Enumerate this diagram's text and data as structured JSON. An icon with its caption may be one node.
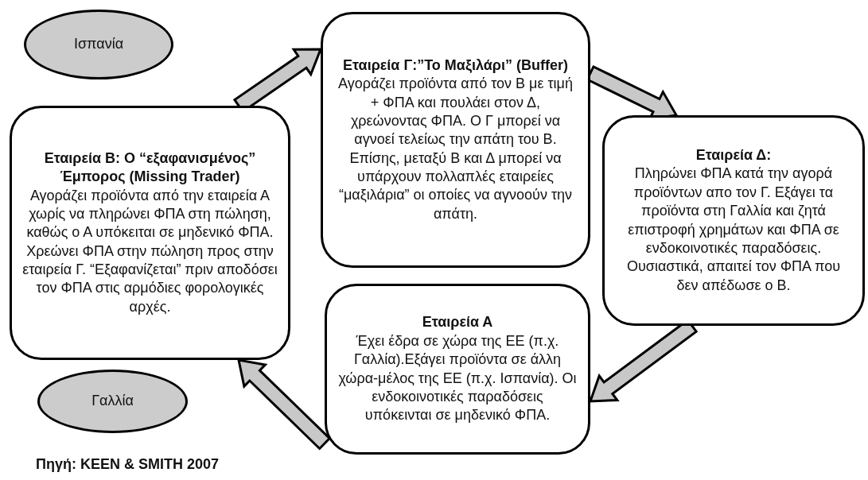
{
  "diagram": {
    "nodes": [
      {
        "text": [
          "Ισπανία"
        ]
      },
      {
        "text": [
          "Εταιρεία Β: Ο “εξαφανισμένος” Έμπορος (Missing Trader)",
          "Αγοράζει προϊόντα από την εταιρεία Α χωρίς να πληρώνει ΦΠΑ στη πώληση, καθώς ο Α υπόκειται σε μηδενικό ΦΠΑ. Χρεώνει ΦΠΑ στην πώληση προς στην εταιρεία Γ. “Εξαφανίζεται” πριν αποδόσει τον ΦΠΑ στις αρμόδιες φορολογικές αρχές."
        ]
      },
      {
        "text": [
          "Γαλλία"
        ]
      },
      {
        "text": [
          "Εταιρεία Γ:”Το Μαξιλάρι” (Buffer)",
          "Αγοράζει προϊόντα από τον Β με τιμή + ΦΠΑ και πουλάει στον Δ, χρεώνοντας ΦΠΑ. Ο Γ μπορεί να αγνοεί τελείως την απάτη του Β. Επίσης, μεταξύ Β και Δ μπορεί να υπάρχουν πολλαπλές εταιρείες “μαξιλάρια” οι οποίες να αγνοούν την απάτη."
        ]
      },
      {
        "text": [
          "Εταιρεία Α",
          "Έχει έδρα σε χώρα της ΕΕ (π.χ. Γαλλία).Εξάγει προϊόντα σε άλλη χώρα-μέλος της ΕΕ (π.χ. Ισπανία). Οι ενδοκοινοτικές παραδόσεις υπόκεινται σε μηδενικό ΦΠΑ."
        ]
      },
      {
        "text": [
          "Εταιρεία Δ:",
          "Πληρώνει ΦΠΑ κατά την αγορά προϊόντων απο τον Γ. Εξάγει τα προϊόντα στη Γαλλία και ζητά επιστροφή χρημάτων και ΦΠΑ σε ενδοκοινοτικές παραδόσεις. Ουσιαστικά, απαιτεί τον ΦΠΑ που δεν απέδωσε ο Β."
        ]
      }
    ],
    "edges": [
      {
        "from": 1,
        "to": 3,
        "arrow": "to"
      },
      {
        "from": 3,
        "to": 5,
        "arrow": "to"
      },
      {
        "from": 5,
        "to": 4,
        "arrow": "to"
      },
      {
        "from": 4,
        "to": 1,
        "arrow": "to"
      }
    ],
    "labels": [
      "Πηγή: KEEN & SMITH 2007"
    ]
  }
}
